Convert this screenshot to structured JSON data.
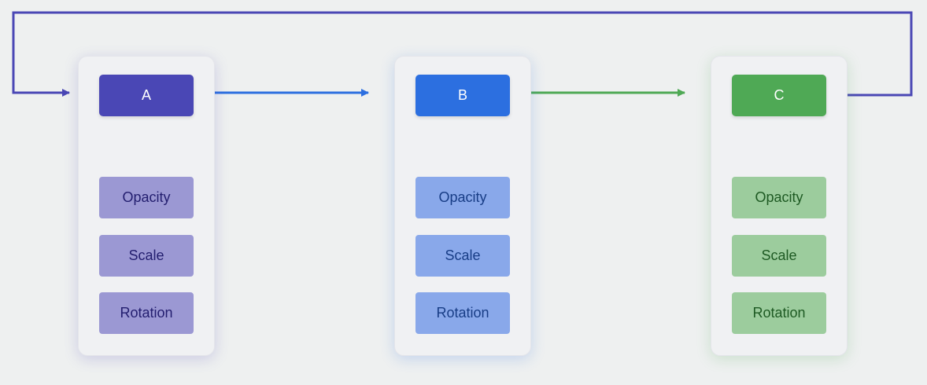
{
  "colors": {
    "background": "#eef0f0",
    "a_accent": "#4a47b5",
    "b_accent": "#2c6fe0",
    "c_accent": "#4fa955",
    "a_property": "#9b98d3",
    "b_property": "#89a8ea",
    "c_property": "#9ccc9d"
  },
  "states": [
    {
      "label": "A",
      "properties": [
        "Opacity",
        "Scale",
        "Rotation"
      ]
    },
    {
      "label": "B",
      "properties": [
        "Opacity",
        "Scale",
        "Rotation"
      ]
    },
    {
      "label": "C",
      "properties": [
        "Opacity",
        "Scale",
        "Rotation"
      ]
    }
  ],
  "connections": [
    {
      "from": "A",
      "to": "B",
      "color": "#2c6fe0"
    },
    {
      "from": "B",
      "to": "C",
      "color": "#4fa955"
    },
    {
      "from": "C",
      "to": "A",
      "color": "#4a47b5"
    }
  ]
}
